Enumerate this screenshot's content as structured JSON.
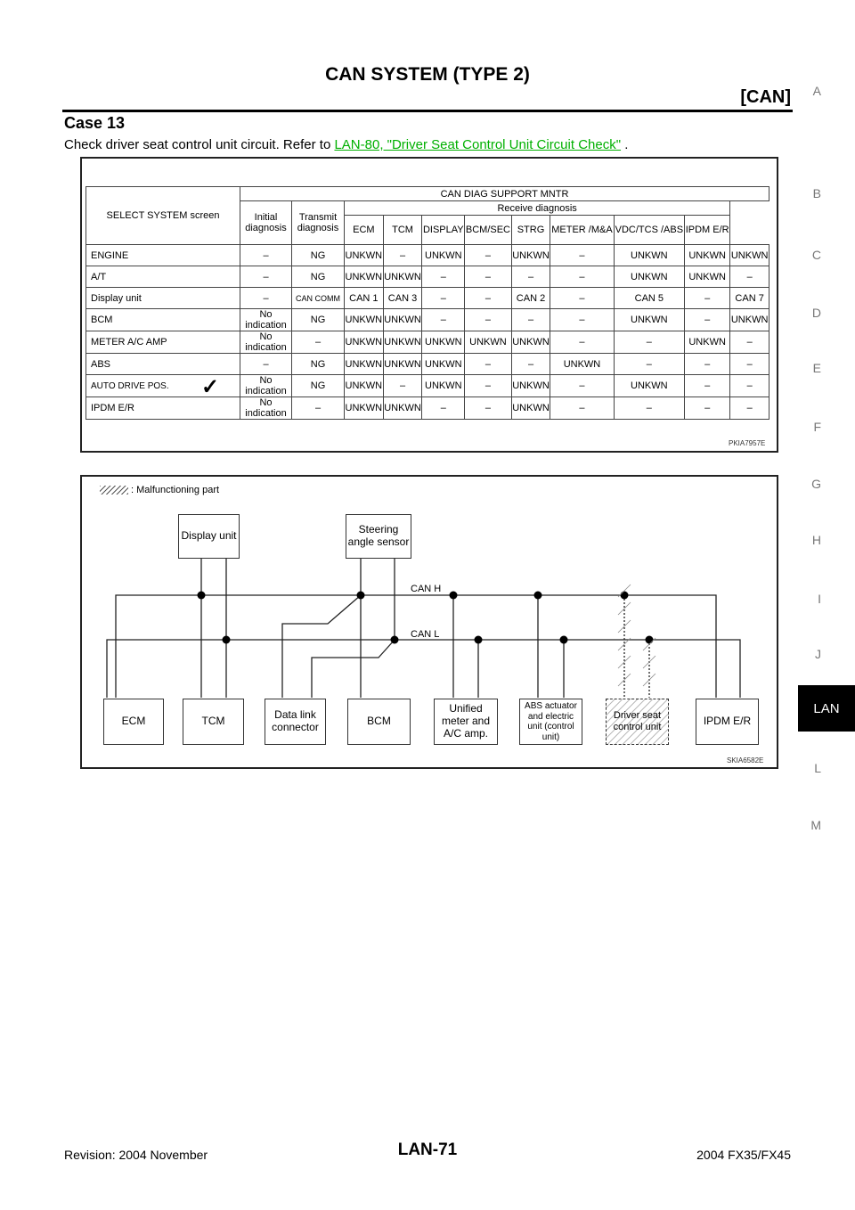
{
  "header": {
    "title": "CAN SYSTEM (TYPE 2)",
    "subtitle": "[CAN]"
  },
  "section_title": "Case 13",
  "instruction": {
    "prefix": "Check driver seat control unit circuit. Refer to ",
    "link": "LAN-80, \"Driver Seat Control Unit Circuit Check\"",
    "suffix": " ."
  },
  "side_index": [
    "A",
    "B",
    "C",
    "D",
    "E",
    "F",
    "G",
    "H",
    "I",
    "J",
    "LAN",
    "L",
    "M"
  ],
  "table": {
    "select_label": "SELECT SYSTEM screen",
    "group_label": "CAN DIAG SUPPORT MNTR",
    "initial_label": "Initial diagnosis",
    "transmit_label": "Transmit diagnosis",
    "receive_label": "Receive diagnosis",
    "receive_headers": [
      "ECM",
      "TCM",
      "DISPLAY",
      "BCM/SEC",
      "STRG",
      "METER /M&A",
      "VDC/TCS /ABS",
      "IPDM E/R"
    ],
    "rows": [
      {
        "system": "ENGINE",
        "cells": [
          "–",
          "NG",
          "UNKWN",
          "–",
          "UNKWN",
          "–",
          "UNKWN",
          "–",
          "UNKWN",
          "UNKWN",
          "UNKWN"
        ]
      },
      {
        "system": "A/T",
        "cells": [
          "–",
          "NG",
          "UNKWN",
          "UNKWN",
          "–",
          "–",
          "–",
          "–",
          "UNKWN",
          "UNKWN",
          "–"
        ]
      },
      {
        "system": "Display unit",
        "cells": [
          "–",
          "CAN COMM",
          "CAN 1",
          "CAN 3",
          "–",
          "–",
          "CAN 2",
          "–",
          "CAN 5",
          "–",
          "CAN 7"
        ]
      },
      {
        "system": "BCM",
        "cells": [
          "No indication",
          "NG",
          "UNKWN",
          "UNKWN",
          "–",
          "–",
          "–",
          "–",
          "UNKWN",
          "–",
          "UNKWN"
        ]
      },
      {
        "system": "METER A/C AMP",
        "cells": [
          "No indication",
          "–",
          "UNKWN",
          "UNKWN",
          "UNKWN",
          "UNKWN",
          "UNKWN",
          "–",
          "–",
          "UNKWN",
          "–"
        ]
      },
      {
        "system": "ABS",
        "cells": [
          "–",
          "NG",
          "UNKWN",
          "UNKWN",
          "UNKWN",
          "–",
          "–",
          "UNKWN",
          "–",
          "–",
          "–"
        ]
      },
      {
        "system": "AUTO DRIVE POS.",
        "cells": [
          "No indication",
          "NG",
          "UNKWN",
          "–",
          "UNKWN",
          "–",
          "UNKWN",
          "–",
          "UNKWN",
          "–",
          "–"
        ]
      },
      {
        "system": "IPDM E/R",
        "cells": [
          "No indication",
          "–",
          "UNKWN",
          "UNKWN",
          "–",
          "–",
          "UNKWN",
          "–",
          "–",
          "–",
          "–"
        ]
      }
    ],
    "check_mark": "✓",
    "figure_code": "PKIA7957E"
  },
  "diagram": {
    "legend_text": ": Malfunctioning part",
    "can_h": "CAN H",
    "can_l": "CAN L",
    "display_unit": "Display unit",
    "steering_sensor": "Steering angle sensor",
    "ecm": "ECM",
    "tcm": "TCM",
    "dlc": "Data link connector",
    "bcm": "BCM",
    "meter": "Unified meter and A/C amp.",
    "abs": "ABS actuator and electric unit (control unit)",
    "driver_seat": "Driver seat control unit",
    "ipdm": "IPDM E/R",
    "figure_code": "SKIA6582E"
  },
  "footer": {
    "revision": "Revision: 2004 November",
    "page": "LAN-71",
    "model": "2004 FX35/FX45"
  }
}
